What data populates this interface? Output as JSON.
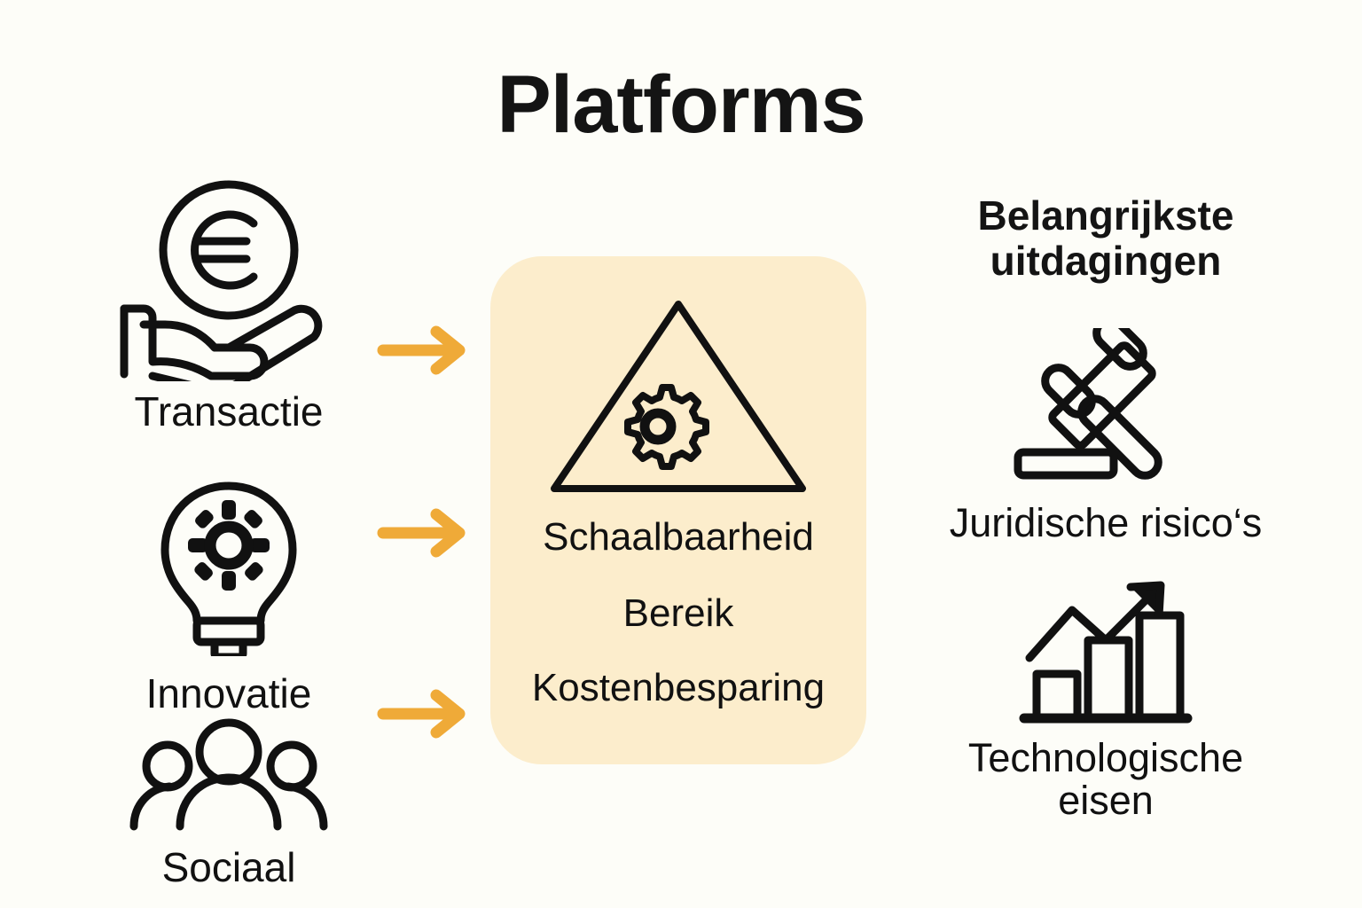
{
  "page": {
    "title": "Platforms",
    "background_color": "#FDFDF8",
    "text_color": "#151515",
    "accent_color": "#EFAA38",
    "card_color": "#FCEDCC"
  },
  "inputs": {
    "items": [
      {
        "id": "transactie",
        "label": "Transactie",
        "icon": "hand-holding-euro-coin-icon"
      },
      {
        "id": "innovatie",
        "label": "Innovatie",
        "icon": "lightbulb-gear-icon"
      },
      {
        "id": "sociaal",
        "label": "Sociaal",
        "icon": "group-of-people-icon"
      }
    ],
    "arrows": [
      {
        "id": "arrow-1",
        "icon": "arrow-right-icon",
        "color": "#EFAA38"
      },
      {
        "id": "arrow-2",
        "icon": "arrow-right-icon",
        "color": "#EFAA38"
      },
      {
        "id": "arrow-3",
        "icon": "arrow-right-icon",
        "color": "#EFAA38"
      }
    ]
  },
  "center_card": {
    "icon": "triangle-with-gear-icon",
    "lines": [
      "Schaalbaarheid",
      "Bereik",
      "Kostenbesparing"
    ]
  },
  "challenges": {
    "heading": "Belangrijkste\nuitdagingen",
    "items": [
      {
        "id": "juridisch",
        "label": "Juridische risico‘s",
        "icon": "gavel-icon"
      },
      {
        "id": "technologie",
        "label": "Technologische\neisen",
        "icon": "bar-chart-growth-arrow-icon"
      }
    ]
  }
}
